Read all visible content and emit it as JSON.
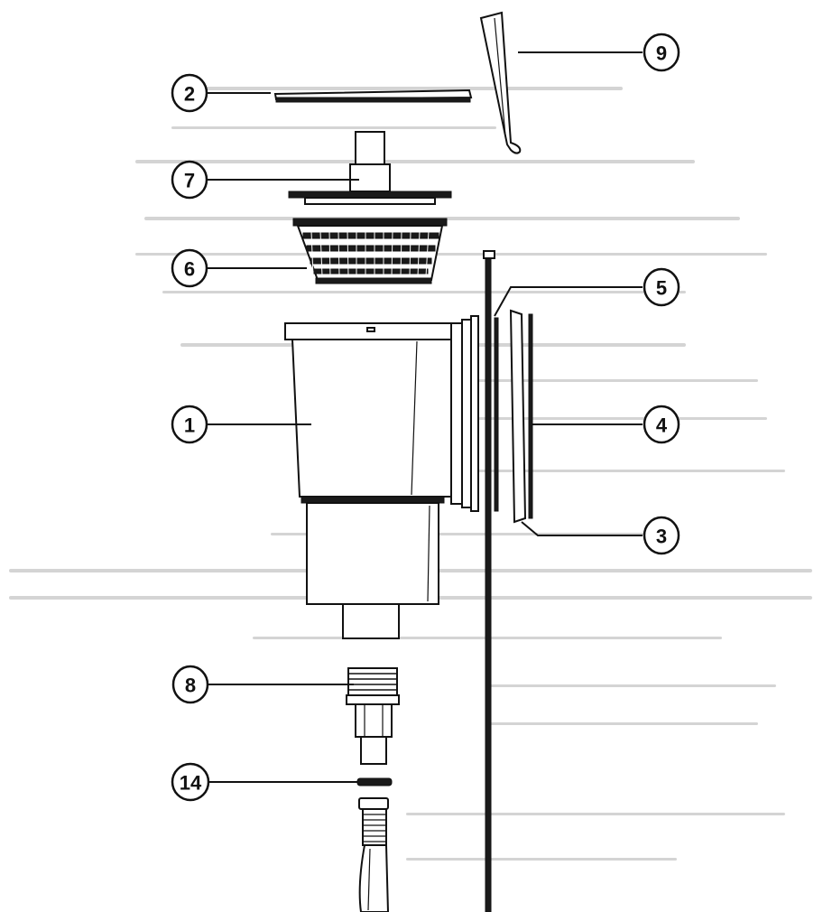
{
  "callouts": [
    {
      "id": "1",
      "label": "1"
    },
    {
      "id": "2",
      "label": "2"
    },
    {
      "id": "3",
      "label": "3"
    },
    {
      "id": "4",
      "label": "4"
    },
    {
      "id": "5",
      "label": "5"
    },
    {
      "id": "6",
      "label": "6"
    },
    {
      "id": "7",
      "label": "7"
    },
    {
      "id": "8",
      "label": "8"
    },
    {
      "id": "9",
      "label": "9"
    },
    {
      "id": "14",
      "label": "14"
    }
  ],
  "colors": {
    "ink": "#111111",
    "paper": "#ffffff",
    "bleed_through": "#d4d4d4"
  }
}
